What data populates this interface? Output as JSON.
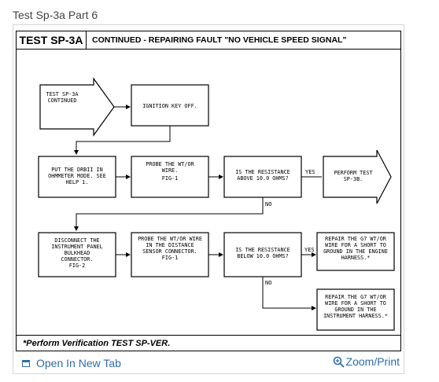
{
  "page": {
    "title": "Test Sp-3a Part 6"
  },
  "header": {
    "test_id": "TEST SP-3A",
    "text": "CONTINUED - REPAIRING FAULT \"NO VEHICLE SPEED SIGNAL\""
  },
  "flowchart": {
    "start": [
      "TEST SP-3A",
      "CONTINUED"
    ],
    "step1": [
      "IGNITION KEY OFF."
    ],
    "step2": [
      "PUT THE DRBII IN",
      "OHMMETER MODE. SEE",
      "HELP 1."
    ],
    "step3": [
      "PROBE THE WT/OR",
      "WIRE.",
      "",
      "FIG-1"
    ],
    "decision1": [
      "IS THE RESISTANCE",
      "ABOVE 10.0 OHMS?"
    ],
    "decision1_yes_label": "YES",
    "decision1_no_label": "NO",
    "perform": [
      "PERFORM TEST",
      "SP-3B."
    ],
    "step4": [
      "DISCONNECT THE",
      "INSTRUMENT PANEL",
      "BULKHEAD",
      "CONNECTOR.",
      "FIG-2"
    ],
    "step5": [
      "PROBE THE WT/OR WIRE",
      "IN THE DISTANCE",
      "SENSOR CONNECTOR.",
      "",
      "FIG-1"
    ],
    "decision2": [
      "IS THE RESISTANCE",
      "BELOW 10.0 OHMS?"
    ],
    "decision2_yes_label": "YES",
    "decision2_no_label": "NO",
    "repair1": [
      "REPAIR THE G7 WT/OR",
      "WIRE FOR A SHORT TO",
      "GROUND IN THE ENGINE",
      "HARNESS.*"
    ],
    "repair2": [
      "REPAIR THE G7 WT/OR",
      "WIRE FOR A SHORT TO",
      "GROUND IN THE",
      "INSTRUMENT HARNESS.*"
    ]
  },
  "footer": {
    "text": "*Perform Verification TEST SP-VER."
  },
  "links": {
    "open_tab": "Open In New Tab",
    "zoom": "Zoom/Print"
  },
  "colors": {
    "link": "#2a6db0",
    "border": "#000000"
  }
}
